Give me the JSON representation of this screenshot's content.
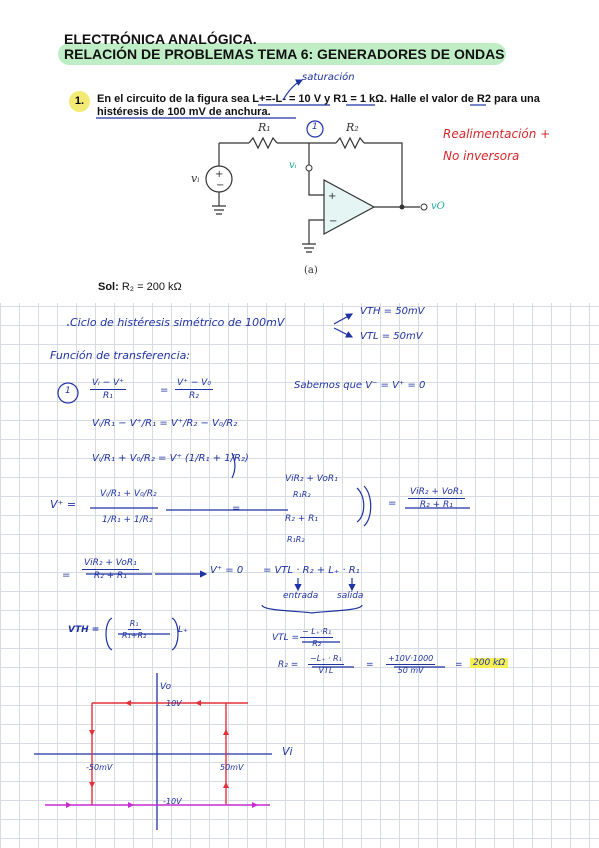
{
  "header": {
    "title1": "ELECTRÓNICA ANALÓGICA.",
    "title2": "RELACIÓN DE PROBLEMAS TEMA 6: GENERADORES DE ONDAS"
  },
  "problem": {
    "number": "1.",
    "text": "En el circuito de la figura sea L+=-L- = 10 V y R1 = 1 kΩ. Halle el valor de R2 para una histéresis de 100 mV de anchura.",
    "sol_label": "Sol:",
    "sol_value": "R₂ = 200 kΩ"
  },
  "figure": {
    "r1": "R₁",
    "r2": "R₂",
    "vi_source": "vᵢ",
    "vi_node": "vᵢ",
    "vo": "vO",
    "caption": "(a)",
    "node_mark": "1"
  },
  "notes": {
    "saturacion": "saturación",
    "realimentacion": "Realimentación +",
    "no_inversora": "No inversora",
    "ciclo": "Ciclo de histéresis simétrico de 100mV",
    "vth_eq": "VTH = 50mV",
    "vtl_eq": "VTL = 50mV",
    "funcion": "Función de transferencia:",
    "node_circle": "1",
    "sabemos": "Sabemos que V⁻ = V⁺ = 0",
    "eq1_left_n": "Vᵢ − V⁺",
    "eq1_left_d": "R₁",
    "eq1_right_n": "V⁺ − V₀",
    "eq1_right_d": "R₂",
    "eq2": "Vᵢ/R₁ − V⁺/R₁ = V⁺/R₂ − V₀/R₂",
    "eq3": "Vᵢ/R₁ + V₀/R₂ = V⁺ (1/R₁ + 1/R₂)",
    "vplus": "V⁺ =",
    "big_num": "Vᵢ/R₁ + V₀/R₂",
    "big_den": "1/R₁ + 1/R₂",
    "mid_num": "ViR₂ + VoR₁",
    "mid_num_d": "R₁R₂",
    "mid_den": "R₂ + R₁",
    "mid_den_d": "R₁R₂",
    "res_n": "ViR₂ + VoR₁",
    "res_d": "R₂ + R₁",
    "eq_res_n": "ViR₂ + VoR₁",
    "eq_res_d": "R₂ + R₁",
    "arrow_cond": "V⁺ = 0",
    "vtl_expr": "= VTL · R₂ + L₊ · R₁",
    "entrada": "entrada",
    "salida": "salida",
    "vth_label": "VTH =",
    "vth_n": "R₁",
    "vth_d": "R₁+R₂",
    "vth_tail": "L₊",
    "vtl2_label": "VTL =",
    "vtl2_n": "− L₊·R₁",
    "vtl2_d": "R₂",
    "r2_label": "R₂ =",
    "r2_n": "−L₊ · R₁",
    "r2_d": "VTL",
    "r2_n2": "+10V·1000",
    "r2_d2": "50 mV",
    "result": "200 kΩ"
  },
  "graph": {
    "y_axis": "Vo",
    "x_axis": "Vi",
    "top_level": "10V",
    "bottom_level": "-10V",
    "left_threshold": "-50mV",
    "right_threshold": "50mV"
  },
  "colors": {
    "ink_blue": "#1f33a3",
    "ink_red": "#d6282b",
    "ink_magenta": "#c72bd3",
    "title_highlight": "#bfeec6",
    "number_badge": "#f3ea74",
    "result_highlight": "#f6ee55"
  }
}
